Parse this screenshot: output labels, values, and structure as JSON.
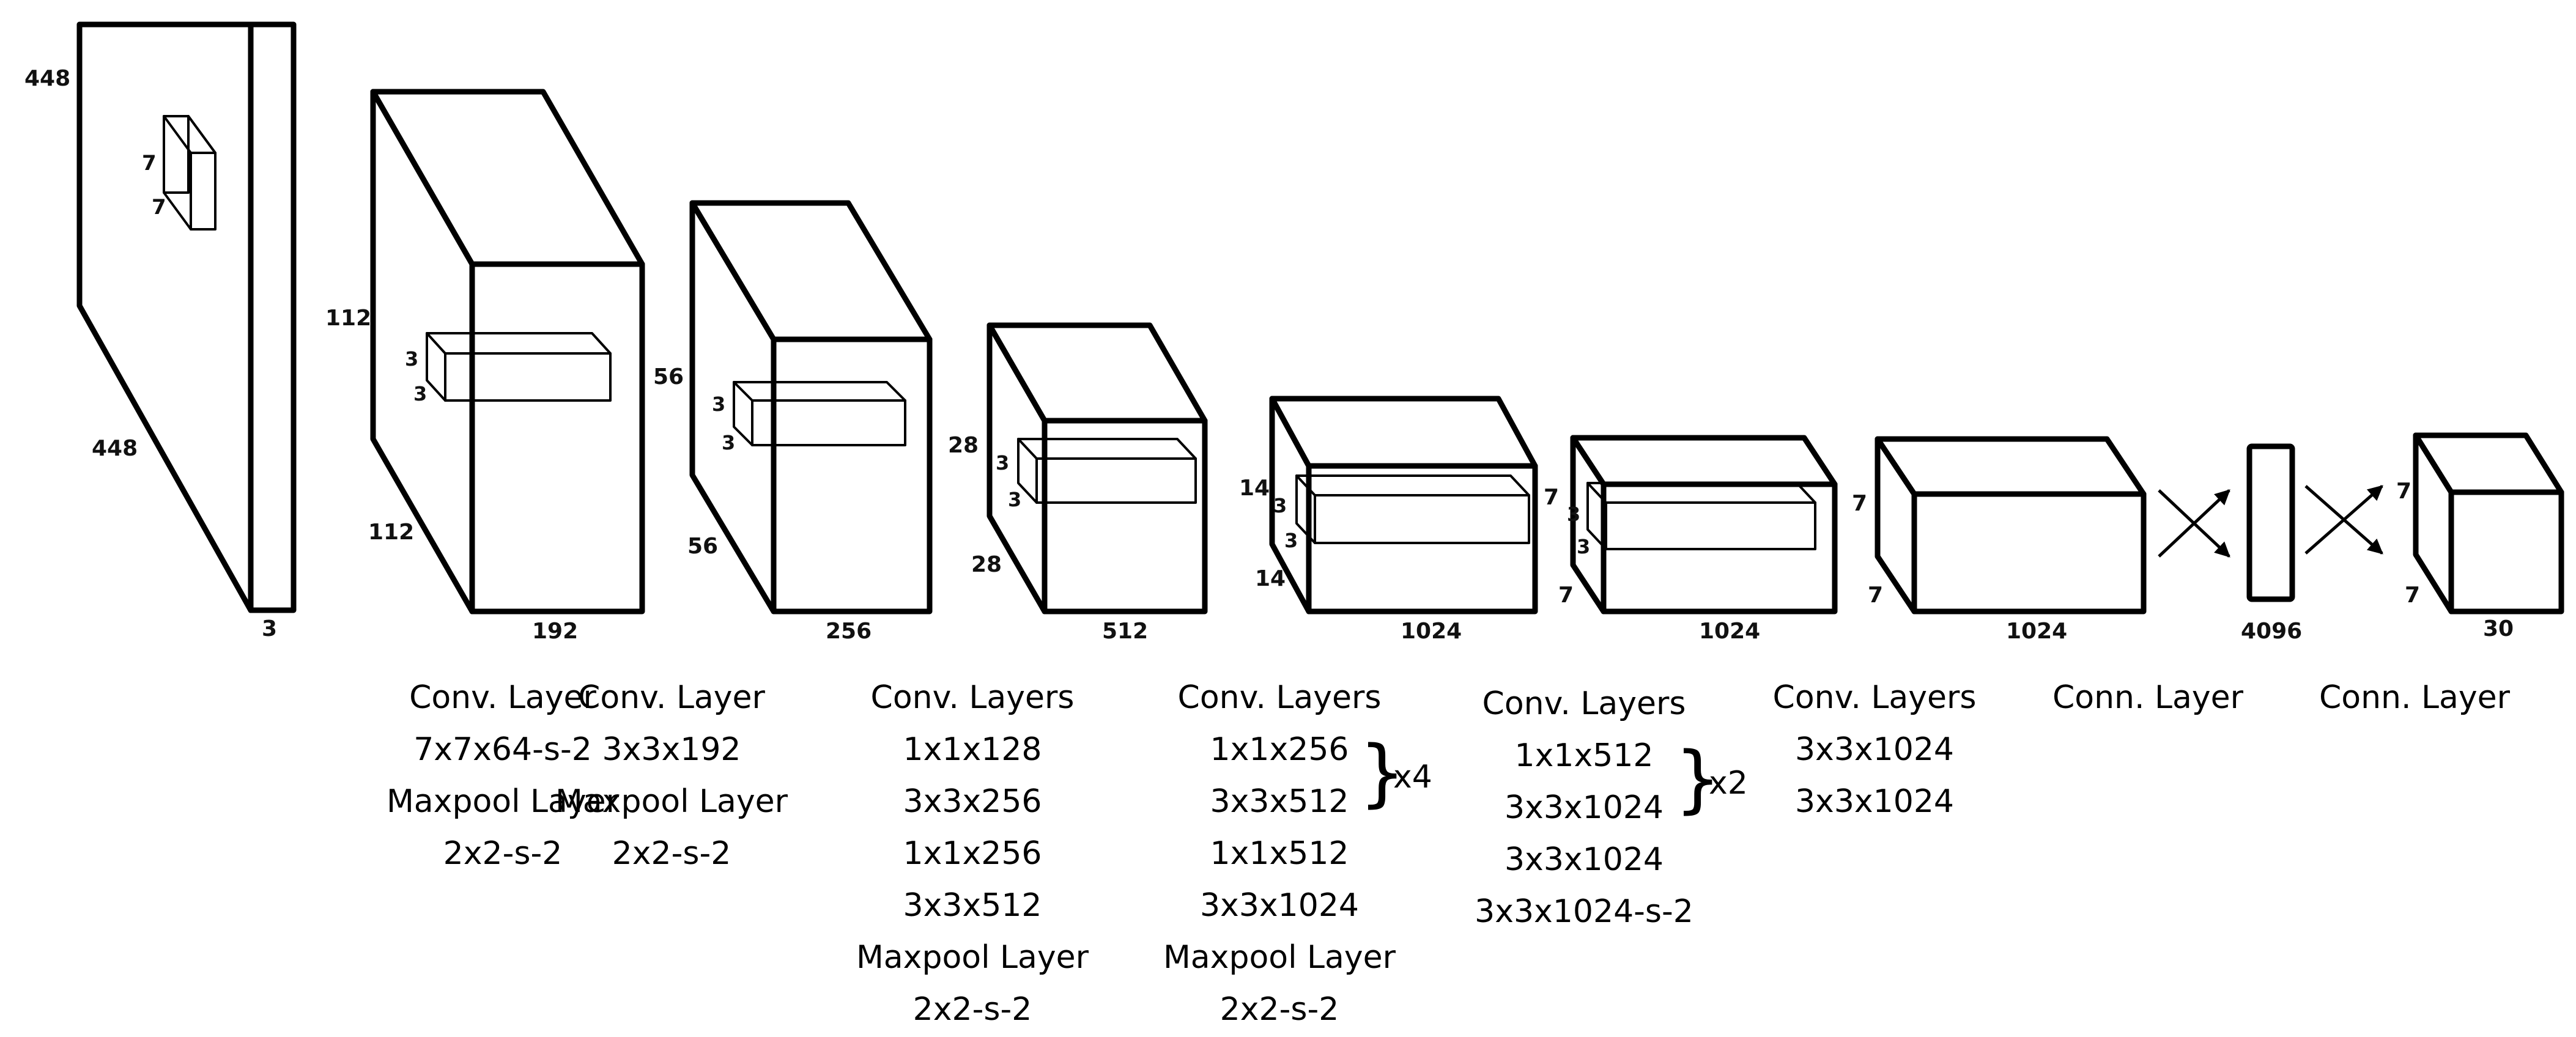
{
  "input": {
    "height_label": "448",
    "width_label": "448",
    "depth_label": "3",
    "kernel_h_label": "7",
    "kernel_w_label": "7"
  },
  "blocks": [
    {
      "height_label": "112",
      "width_label": "112",
      "depth_label": "192",
      "kernel_h_label": "3",
      "kernel_w_label": "3",
      "caption": [
        "Conv. Layer",
        "7x7x64-s-2",
        "Maxpool Layer",
        "2x2-s-2"
      ]
    },
    {
      "height_label": "56",
      "width_label": "56",
      "depth_label": "256",
      "kernel_h_label": "3",
      "kernel_w_label": "3",
      "caption": [
        "Conv. Layer",
        "3x3x192",
        "Maxpool Layer",
        "2x2-s-2"
      ]
    },
    {
      "height_label": "28",
      "width_label": "28",
      "depth_label": "512",
      "kernel_h_label": "3",
      "kernel_w_label": "3",
      "caption": [
        "Conv. Layers",
        "1x1x128",
        "3x3x256",
        "1x1x256",
        "3x3x512",
        "Maxpool Layer",
        "2x2-s-2"
      ]
    },
    {
      "height_label": "14",
      "width_label": "14",
      "depth_label": "1024",
      "kernel_h_label": "3",
      "kernel_w_label": "3",
      "caption": [
        "Conv. Layers",
        "1x1x256",
        "3x3x512",
        "1x1x512",
        "3x3x1024",
        "Maxpool Layer",
        "2x2-s-2"
      ],
      "repeat": "x4"
    },
    {
      "height_label": "7",
      "width_label": "7",
      "depth_label": "1024",
      "kernel_h_label": "3",
      "kernel_w_label": "3",
      "caption": [
        "Conv. Layers",
        "1x1x512",
        "3x3x1024",
        "3x3x1024",
        "3x3x1024-s-2"
      ],
      "repeat": "x2"
    },
    {
      "height_label": "7",
      "width_label": "7",
      "depth_label": "1024",
      "caption": [
        "Conv. Layers",
        "3x3x1024",
        "3x3x1024"
      ]
    }
  ],
  "fc1": {
    "depth_label": "4096",
    "caption": [
      "Conn. Layer"
    ]
  },
  "output": {
    "height_label": "7",
    "width_label": "7",
    "depth_label": "30",
    "caption": [
      "Conn. Layer"
    ]
  }
}
